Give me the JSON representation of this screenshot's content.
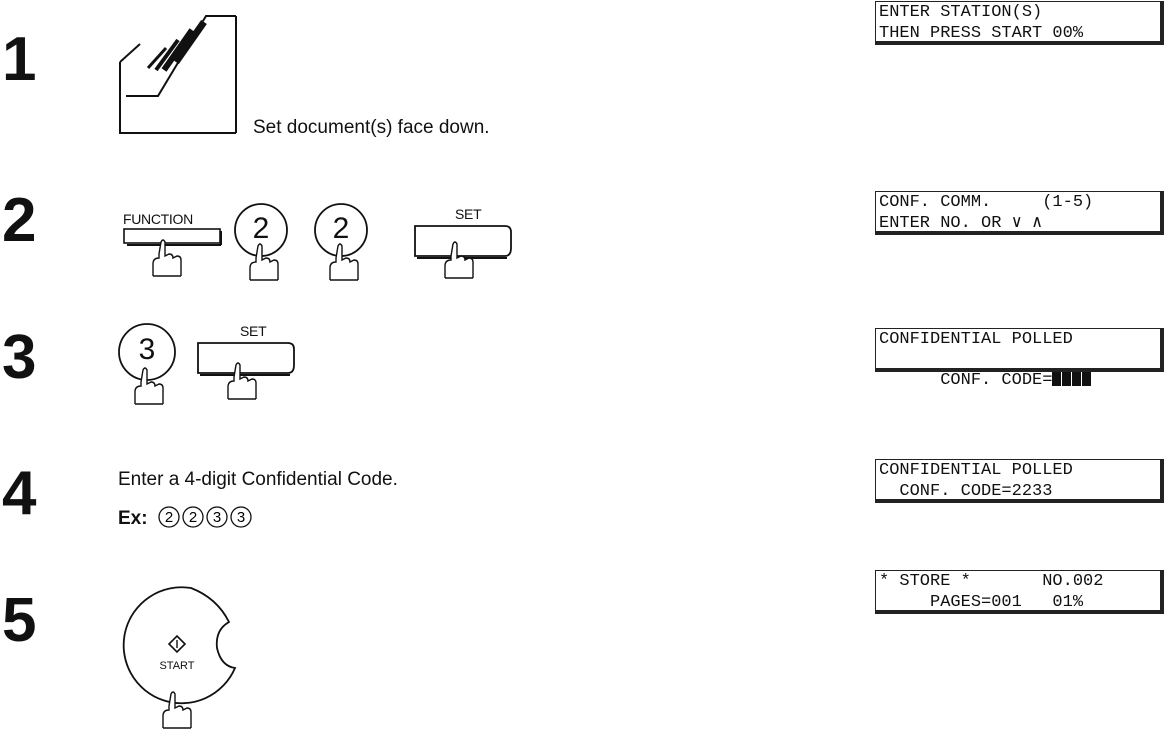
{
  "steps": [
    {
      "number": "1",
      "caption": "Set document(s) face down.",
      "lcd": {
        "line1": "ENTER STATION(S)",
        "line2": "THEN PRESS START 00%"
      }
    },
    {
      "number": "2",
      "keys": {
        "function_label": "FUNCTION",
        "digit_a": "2",
        "digit_b": "2",
        "set_label": "SET"
      },
      "lcd": {
        "line1": "CONF. COMM.     (1-5)",
        "line2": "ENTER NO. OR ∨ ∧"
      }
    },
    {
      "number": "3",
      "keys": {
        "digit": "3",
        "set_label": "SET"
      },
      "lcd": {
        "line1": "CONFIDENTIAL POLLED",
        "line2": "  CONF. CODE="
      }
    },
    {
      "number": "4",
      "caption": "Enter a 4-digit Confidential Code.",
      "example_label": "Ex:",
      "example_digits": [
        "2",
        "2",
        "3",
        "3"
      ],
      "lcd": {
        "line1": "CONFIDENTIAL POLLED",
        "line2": "  CONF. CODE=2233"
      }
    },
    {
      "number": "5",
      "keys": {
        "start_label": "START"
      },
      "lcd": {
        "line1": "* STORE *       NO.002",
        "line2": "     PAGES=001   01%"
      }
    }
  ],
  "icons": [
    "document-feeder-icon",
    "pointing-hand-icon",
    "start-diamond-icon"
  ]
}
